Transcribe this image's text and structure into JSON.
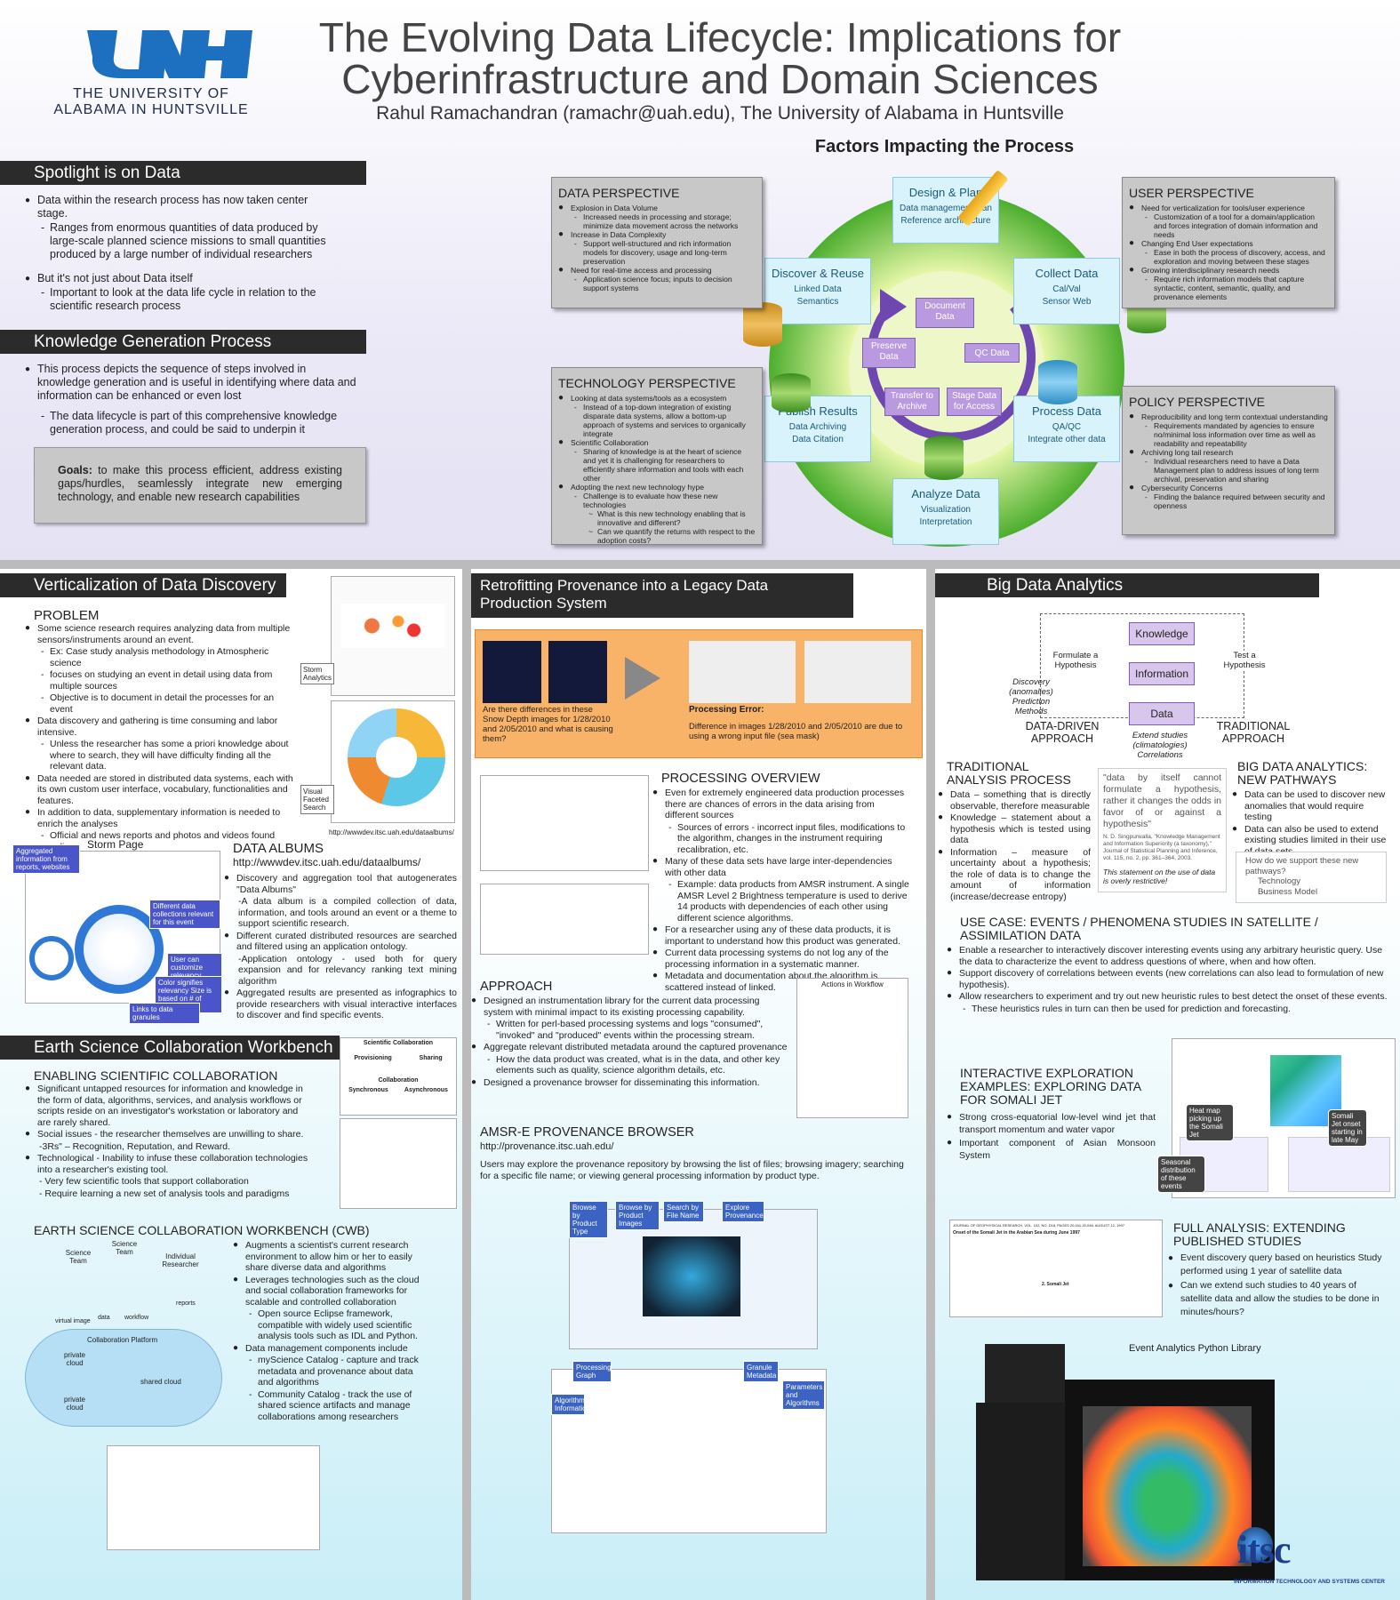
{
  "header": {
    "logo_line1": "THE UNIVERSITY OF",
    "logo_line2": "ALABAMA IN HUNTSVILLE",
    "title_line1": "The Evolving Data Lifecycle: Implications for",
    "title_line2": "Cyberinfrastructure and Domain Sciences",
    "author": "Rahul Ramachandran (ramachr@uah.edu), The University of Alabama in Huntsville",
    "factors_title": "Factors Impacting the Process"
  },
  "spotlight": {
    "heading": "Spotlight is on Data",
    "b1": "Data within the research process has now taken center stage.",
    "d1": "Ranges from enormous quantities of data produced by large-scale planned science missions to small quantities produced by a large number of individual researchers",
    "b2": "But it's not just about Data itself",
    "d2": "Important to look at the data life cycle in relation to the scientific research process"
  },
  "knowledge": {
    "heading": "Knowledge Generation Process",
    "b1": "This process depicts the sequence of steps involved in knowledge generation and is useful in identifying where data and information can be enhanced or even lost",
    "d1": "The data lifecycle is part of this comprehensive knowledge generation process, and could be said to underpin it",
    "goals_label": "Goals:",
    "goals_text": " to make this process efficient, address existing gaps/hurdles, seamlessly integrate new emerging technology, and enable new research capabilities"
  },
  "perspectives": {
    "data": {
      "title": "DATA PERSPECTIVE",
      "lines": [
        [
          "b",
          "Explosion in Data Volume"
        ],
        [
          "d",
          "Increased needs in processing and storage; minimize data movement across the networks"
        ],
        [
          "b",
          "Increase in Data Complexity"
        ],
        [
          "d",
          "Support well-structured and rich information models for discovery, usage and long-term preservation"
        ],
        [
          "b",
          "Need for real-time access and processing"
        ],
        [
          "d",
          "Application science focus; inputs to decision support systems"
        ]
      ]
    },
    "user": {
      "title": "USER PERSPECTIVE",
      "lines": [
        [
          "b",
          "Need for verticalization for tools/user experience"
        ],
        [
          "d",
          "Customization of a tool for a domain/application and forces integration of domain information and needs"
        ],
        [
          "b",
          "Changing End User expectations"
        ],
        [
          "d",
          "Ease in both the process of discovery, access, and exploration and moving between these stages"
        ],
        [
          "b",
          "Growing interdisciplinary research needs"
        ],
        [
          "d",
          "Require rich information models that capture syntactic, content, semantic, quality, and provenance elements"
        ]
      ]
    },
    "technology": {
      "title": "TECHNOLOGY PERSPECTIVE",
      "lines": [
        [
          "b",
          "Looking at data systems/tools as a ecosystem"
        ],
        [
          "d",
          "Instead of a top-down integration of existing disparate data systems, allow a bottom-up approach of systems and services to organically integrate"
        ],
        [
          "b",
          "Scientific Collaboration"
        ],
        [
          "d",
          "Sharing of knowledge is at the heart of science and yet it is challenging for researchers to efficiently share information and tools with each other"
        ],
        [
          "b",
          "Adopting the next new technology hype"
        ],
        [
          "d",
          "Challenge is to evaluate how these new technologies"
        ],
        [
          "dd",
          "What is this new technology enabling that is innovative and different?"
        ],
        [
          "dd",
          "Can we quantify the returns with respect to the adoption costs?"
        ]
      ]
    },
    "policy": {
      "title": "POLICY PERSPECTIVE",
      "lines": [
        [
          "b",
          "Reproducibility and long term contextual understanding"
        ],
        [
          "d",
          "Requirements mandated by agencies to ensure no/minimal loss information over time as well as readability and repeatability"
        ],
        [
          "b",
          "Archiving long tail research"
        ],
        [
          "d",
          "Individual researchers need to have a Data Management plan to address issues of long term archival, preservation and sharing"
        ],
        [
          "b",
          "Cybersecurity Concerns"
        ],
        [
          "d",
          "Finding the balance required between security and openness"
        ]
      ]
    }
  },
  "cycle": {
    "design": {
      "title": "Design & Plan",
      "l1": "Data management plan",
      "l2": "Reference architecture"
    },
    "collect": {
      "title": "Collect Data",
      "l1": "Cal/Val",
      "l2": "Sensor Web"
    },
    "process": {
      "title": "Process Data",
      "l1": "QA/QC",
      "l2": "Integrate other data"
    },
    "analyze": {
      "title": "Analyze Data",
      "l1": "Visualization",
      "l2": "Interpretation"
    },
    "publish": {
      "title": "Publish Results",
      "l1": "Data Archiving",
      "l2": "Data Citation"
    },
    "discover": {
      "title": "Discover & Reuse",
      "l1": "Linked Data",
      "l2": "Semantics"
    },
    "inner": [
      "Document Data",
      "QC Data",
      "Stage Data for Access",
      "Transfer to Archive",
      "Preserve Data"
    ]
  },
  "vert": {
    "heading": "Verticalization of Data Discovery",
    "problem": "PROBLEM",
    "lines": [
      [
        "b",
        "Some science research requires analyzing data from multiple sensors/instruments around an event."
      ],
      [
        "d",
        "Ex: Case study analysis methodology in Atmospheric science"
      ],
      [
        "d",
        "focuses on studying an event in detail using data from multiple sources"
      ],
      [
        "d",
        "Objective is to document in detail the processes for an event"
      ],
      [
        "b",
        "Data discovery and gathering is  time consuming and labor intensive."
      ],
      [
        "d",
        "Unless the researcher has some a priori knowledge about where to search, they will have difficulty finding all the relevant data."
      ],
      [
        "b",
        "Data needed are stored in distributed data systems, each with its own custom user interface, vocabulary, functionalities and features."
      ],
      [
        "b",
        "In addition to data, supplementary information is needed to enrich the analyses"
      ],
      [
        "d",
        "Official and news reports and  photos and videos found online"
      ]
    ],
    "storm_analytics": "Storm Analytics",
    "visual_search": "Visual Faceted Search",
    "url1": "http://wwwdev.itsc.uah.edu/dataalbums/",
    "storm_page": "Storm Page",
    "agg_call": "Aggregated information from reports, websites",
    "diff_call": "Different data collections relevant for this event",
    "cust_call": "User can customize relevancy threshold",
    "color_call": "Color signifies relevancy Size is based on # of granules",
    "links_call": "Links to data granules",
    "albums_title": "DATA ALBUMS",
    "albums_url": "http://wwwdev.itsc.uah.edu/dataalbums/",
    "albums_lines": [
      [
        "b",
        "Discovery and aggregation tool that autogenerates \"Data Albums\""
      ],
      [
        "p",
        "-A data album is a compiled collection of data, information, and tools around an event or a theme to support scientific research."
      ],
      [
        "b",
        "Different curated distributed resources are searched and filtered using an application ontology."
      ],
      [
        "p",
        "-Application ontology - used both for query expansion and for relevancy ranking text mining algorithm"
      ],
      [
        "b",
        "Aggregated results are presented as infographics to provide researchers with visual interactive interfaces to discover and find specific events."
      ]
    ]
  },
  "cwb": {
    "heading": "Earth Science Collaboration Workbench",
    "enab_title": "ENABLING SCIENTIFIC COLLABORATION",
    "enab_lines": [
      [
        "b",
        "Significant untapped resources for information and knowledge in the form of data, algorithms, services, and analysis workflows or scripts reside on an investigator's workstation or laboratory and are rarely shared."
      ],
      [
        "b",
        "Social issues - the researcher themselves are unwilling to share."
      ],
      [
        "p",
        "-3Rs\" – Recognition, Reputation, and Reward."
      ],
      [
        "b",
        "Technological - Inability to infuse these collaboration technologies into a researcher's existing tool."
      ],
      [
        "p",
        "- Very few scientific tools that support collaboration"
      ],
      [
        "p",
        "- Require learning a new set of analysis tools and paradigms"
      ]
    ],
    "sc_title": "Scientific Collaboration",
    "sc_prov": "Provisioning",
    "sc_share": "Sharing",
    "sc_collab": "Collaboration",
    "sc_sync": "Synchronous",
    "sc_async": "Asynchronous",
    "cwb_title": "EARTH SCIENCE COLLABORATION WORKBENCH (CWB)",
    "cwb_lines": [
      [
        "b",
        "Augments a scientist's current research environment to allow him or her to easily share diverse data and algorithms"
      ],
      [
        "b",
        "Leverages technologies such as the cloud and social collaboration frameworks for scalable and controlled collaboration"
      ],
      [
        "d",
        "Open source Eclipse framework, compatible with widely used scientific analysis tools such as IDL and Python."
      ],
      [
        "b",
        "Data management components include"
      ],
      [
        "d",
        "myScience Catalog - capture and track metadata and provenance about data and algorithms"
      ],
      [
        "d",
        "Community Catalog - track the use of shared science artifacts and manage collaborations among researchers"
      ]
    ],
    "diag": {
      "team": "Science Team",
      "team2": "Science Team",
      "ind": "Individual Researcher",
      "platform": "Collaboration Platform",
      "private1": "private cloud",
      "private2": "private cloud",
      "shared": "shared cloud",
      "virtual": "virtual image",
      "data": "data",
      "workflow": "workflow",
      "reports": "reports"
    }
  },
  "prov": {
    "heading": "Retrofitting Provenance into a Legacy Data Production System",
    "q": "Are there differences in these Snow Depth images for 1/28/2010 and 2/05/2010 and what is causing them?",
    "err_label": "Processing Error:",
    "err_text": "Difference in images 1/28/2010 and 2/05/2010 are due to using a wrong input file (sea mask)",
    "overview_title": "PROCESSING OVERVIEW",
    "overview_lines": [
      [
        "b",
        "Even for extremely engineered data production processes there are chances of errors in the data arising from different sources"
      ],
      [
        "d",
        "Sources of errors - incorrect input files, modifications to the algorithm, changes in the instrument requiring recalibration, etc."
      ],
      [
        "b",
        "Many of these data sets have large inter-dependencies with other data"
      ],
      [
        "d",
        "Example: data products from AMSR instrument. A single AMSR Level 2 Brightness temperature is used to derive 14 products with dependencies of each other using different science algorithms."
      ],
      [
        "b",
        "For a researcher using any of these data products, it is important to understand how this product was generated."
      ],
      [
        "b",
        "Current data processing systems do not log any of the processing information in a systematic manner."
      ],
      [
        "b",
        "Metadata and documentation about the algorithm is scattered instead of linked."
      ]
    ],
    "approach_title": "APPROACH",
    "approach_lines": [
      [
        "b",
        "Designed an instrumentation library for the current data processing system with minimal impact to its existing processing capability."
      ],
      [
        "d",
        "Written for perl-based processing systems and logs \"consumed\", \"invoked\" and \"produced\" events within the processing stream."
      ],
      [
        "b",
        "Aggregate relevant distributed metadata around the captured provenance"
      ],
      [
        "d",
        "How the data product was created, what is in the data, and other key elements such as quality, science algorithm details, etc."
      ],
      [
        "b",
        "Designed a provenance browser for disseminating this information."
      ]
    ],
    "actions": "Actions in Workflow",
    "browser_title": "AMSR-E PROVENANCE BROWSER",
    "browser_url": "http://provenance.itsc.uah.edu/",
    "browser_text": "Users may explore the provenance repository by browsing the list of files; browsing imagery; searching for a specific file name; or viewing general processing information by product type.",
    "calls": [
      "Browse by Product Type",
      "Browse by Product Images",
      "Search by File Name",
      "Explore Provenance",
      "Processing Graph",
      "Granule Metadata",
      "Parameters and Algorithms",
      "Algorithm Information"
    ]
  },
  "big": {
    "heading": "Big Data Analytics",
    "knowledge": "Knowledge",
    "information": "Information",
    "data": "Data",
    "formulate": "Formulate a Hypothesis",
    "test": "Test a Hypothesis",
    "discovery": "Discovery (anomalies) Prediction Methods",
    "extend": "Extend studies (climatologies) Correlations",
    "dd": "DATA-DRIVEN APPROACH",
    "trad": "TRADITIONAL APPROACH",
    "trad_title": "TRADITIONAL ANALYSIS PROCESS",
    "trad_lines": [
      [
        "b",
        "Data – something that is directly observable, therefore measurable"
      ],
      [
        "b",
        "Knowledge – statement about a hypothesis which is tested using data"
      ],
      [
        "b",
        "Information – measure of uncertainty about a hypothesis; the role of data is to change the amount of information (increase/decrease entropy)"
      ]
    ],
    "quote": "\"data by itself cannot formulate a hypothesis, rather it changes the odds in favor of or against a hypothesis\"",
    "cite": "N. D. Singpurwalla, \"Knowledge Management and Information Superiority (a taxonomy),\" Journal of Statistical Planning and Inference, vol. 115, no. 2, pp. 361–364, 2003.",
    "restrict": "This statement on the use of data is overly restrictive!",
    "new_title": "BIG DATA ANALYTICS: NEW PATHWAYS",
    "new_lines": [
      [
        "b",
        "Data can be used to discover new anomalies that would require testing"
      ],
      [
        "b",
        "Data can also be used to extend existing studies limited in their use of data sets"
      ]
    ],
    "support_q": "How do we support these new pathways?",
    "support_1": "Technology",
    "support_2": "Business Model",
    "use_title": "USE CASE: EVENTS / PHENOMENA STUDIES IN SATELLITE / ASSIMILATION DATA",
    "use_lines": [
      [
        "b",
        "Enable a researcher to interactively discover interesting events using any arbitrary heuristic query. Use the data to characterize the event to address questions of where, when and how often."
      ],
      [
        "b",
        "Support discovery of correlations between events (new correlations can also lead to formulation of new hypothesis)."
      ],
      [
        "b",
        "Allow researchers to experiment and try out new heuristic rules to best detect the onset of these events."
      ],
      [
        "d",
        "These heuristics rules in turn can then be used for prediction and forecasting."
      ]
    ],
    "inter_title": "INTERACTIVE EXPLORATION EXAMPLES: EXPLORING DATA FOR SOMALI JET",
    "inter_lines": [
      [
        "b",
        "Strong cross-equatorial low-level wind jet that transport momentum and water vapor"
      ],
      [
        "b",
        "Important component of Asian Monsoon System"
      ]
    ],
    "heat_call": "Heat map picking up the Somali Jet",
    "onset_call": "Somali Jet onset starting in late May",
    "seasonal_call": "Seasonal distribution of these events",
    "full_title": "FULL ANALYSIS: EXTENDING PUBLISHED STUDIES",
    "full_lines": [
      [
        "b",
        "Event discovery query based on heuristics Study performed using 1 year of satellite data"
      ],
      [
        "b",
        "Can we extend such studies to 40 years of satellite data and allow the studies to be done in minutes/hours?"
      ]
    ],
    "paper_head": "JOURNAL OF GEOPHYSICAL RESEARCH, VOL. 102, NO. D18, PAGES 20,041-20,048, AUGUST 12, 1997",
    "paper_title": "Onset of the Somali Jet in the Arabian Sea during June 1997",
    "paper_section": "2. Somali Jet",
    "python_lib": "Event Analytics Python Library",
    "itsc": "itsc",
    "itsc_sub": "INFORMATION TECHNOLOGY AND SYSTEMS CENTER"
  },
  "colors": {
    "band": "#2b2b2b",
    "cycle_green": "#7cc243",
    "cycle_light": "#d9f3fc",
    "inner_purple": "#b99ae0",
    "logo_blue": "#1d6fbf"
  }
}
